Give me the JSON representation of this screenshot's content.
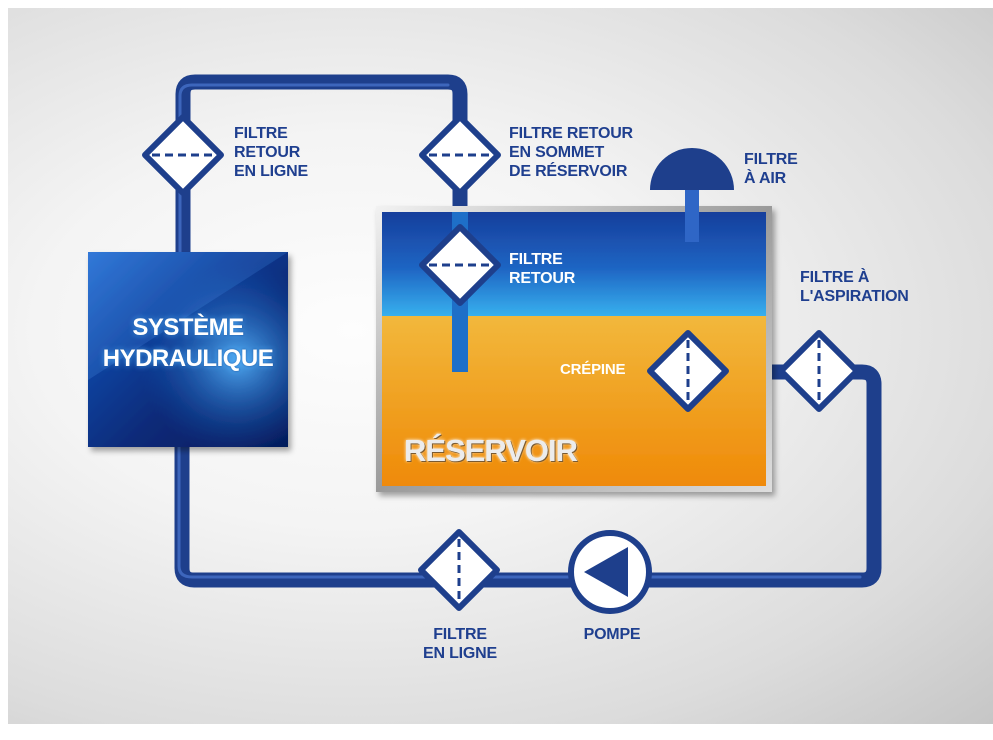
{
  "colors": {
    "pipe": "#1e3f8c",
    "pipe_highlight": "#3e6bc4",
    "label": "#1f3f8f",
    "oil_top": "#f4b83a",
    "oil_bottom": "#ee8a0a",
    "air_top": "#1f4fae",
    "air_bottom": "#2b9ee6",
    "filter_fill": "#ffffff"
  },
  "labels": {
    "system": [
      "SYSTÈME",
      "HYDRAULIQUE"
    ],
    "reservoir": "RÉSERVOIR",
    "inline_return_filter": [
      "FILTRE",
      "RETOUR",
      "EN LIGNE"
    ],
    "tank_top_return_filter": [
      "FILTRE RETOUR",
      "EN SOMMET",
      "DE RÉSERVOIR"
    ],
    "air_filter": [
      "FILTRE",
      "À AIR"
    ],
    "return_filter": [
      "FILTRE",
      "RETOUR"
    ],
    "suction_filter": [
      "FILTRE À",
      "L'ASPIRATION"
    ],
    "strainer": "CRÉPINE",
    "inline_filter": [
      "FILTRE",
      "EN LIGNE"
    ],
    "pump": "POMPE"
  },
  "filter_icons": [
    "filter-diamond-horizontal-icon",
    "filter-diamond-vertical-icon",
    "pump-triangle-icon",
    "breather-dome-icon"
  ]
}
